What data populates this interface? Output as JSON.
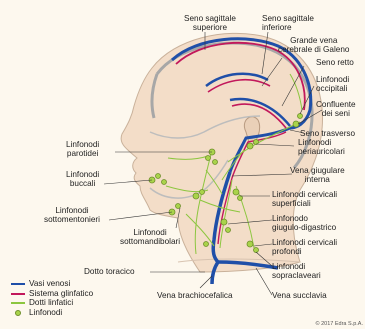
{
  "labels": {
    "seno_sagittale_superiore": "Seno sagittale\nsuperiore",
    "seno_sagittale_inferiore": "Seno sagittale\ninferiore",
    "grande_vena_galeno": "Grande vena\ncerebrale di Galeno",
    "seno_retto": "Seno retto",
    "linfonodi_occipitali": "Linfonodi\noccipitali",
    "confluente_seni": "Confluente\ndei seni",
    "seno_trasverso": "Seno trasverso",
    "linfonodi_periauricolari": "Linfonodi\nperiauricolari",
    "vena_giugulare_interna": "Vena giugulare\ninterna",
    "linfonodi_cervicali_superficiali": "Linfonodi cervicali\nsuperficiali",
    "linfonodo_giugulo_digastrico": "Linfonodo\ngiugulo-digastrico",
    "linfonodi_cervicali_profondi": "Linfonodi cervicali\nprofondi",
    "linfonodi_sopraclaveari": "Linfonodi\nsopraclaveari",
    "vena_succlavia": "Vena succlavia",
    "vena_brachiocefalica": "Vena brachiocefalica",
    "dotto_toracico": "Dotto toracico",
    "linfonodi_parotidei": "Linfonodi\nparotidei",
    "linfonodi_buccali": "Linfonodi\nbuccali",
    "linfonodi_sottomentonieri": "Linfonodi\nsottomentonieri",
    "linfonodi_sottomandibolari": "Linfonodi\nsottomandibolari"
  },
  "legend": [
    {
      "label": "Vasi venosi",
      "color": "#1f4fa8",
      "type": "line"
    },
    {
      "label": "Sistema glinfatico",
      "color": "#c2185b",
      "type": "line"
    },
    {
      "label": "Dotti linfatici",
      "color": "#8cc63f",
      "type": "line"
    },
    {
      "label": "Linfonodi",
      "color": "#a9d34b",
      "type": "dot"
    }
  ],
  "copyright": "© 2017 Edra S.p.A.",
  "colors": {
    "vein": "#1f4fa8",
    "glymph": "#c2185b",
    "lymph": "#8cc63f",
    "node": "#a9d34b",
    "skull": "#a7a7a7"
  }
}
